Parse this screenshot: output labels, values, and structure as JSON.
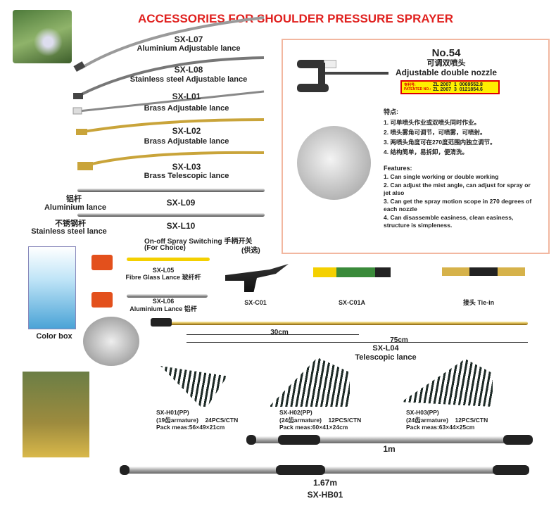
{
  "title": "ACCESSORIES FOR SHOULDER PRESSURE SPRAYER",
  "lances": [
    {
      "code": "SX-L07",
      "name": "Aluminium Adjustable lance"
    },
    {
      "code": "SX-L08",
      "name": "Stainless steel Adjustable lance"
    },
    {
      "code": "SX-L01",
      "name": "Brass Adjustable lance"
    },
    {
      "code": "SX-L02",
      "name": "Brass Adjustable lance"
    },
    {
      "code": "SX-L03",
      "name": "Brass Telescopic lance"
    },
    {
      "code": "SX-L09",
      "name_cn": "铝杆",
      "name": "Aluminium lance"
    },
    {
      "code": "SX-L10",
      "name_cn": "不锈钢杆",
      "name": "Stainless steel lance"
    }
  ],
  "switching": {
    "title": "On-off Spray Switching 手柄开关",
    "sub": "(For Choice)",
    "sub_cn": "(供选)"
  },
  "l05": {
    "code": "SX-L05",
    "name": "Fibre Glass Lance 玻纤杆"
  },
  "l06": {
    "code": "SX-L06",
    "name": "Aluminium Lance 铝杆"
  },
  "color_box": "Color box",
  "parts": [
    "SX-C01",
    "SX-C01A",
    "接头 Tie-in"
  ],
  "telescopic": {
    "short": "30cm",
    "long": "75cm",
    "code": "SX-L04",
    "name": "Telescopic lance"
  },
  "nozzle": {
    "no": "No.54",
    "name_cn": "可调双喷头",
    "name": "Adjustable double nozzle",
    "patent_label_cn": "专利号:",
    "patent_label": "PATENTED NO.:",
    "patents": [
      "ZL 2007  1  0069552.8",
      "ZL 2007  3  0121854.6"
    ],
    "features_cn_title": "特点:",
    "features_cn": [
      "1. 可单喷头作业或双喷头同时作业。",
      "2. 喷头雾角可调节，可喷雾，可喷射。",
      "3. 两喷头角度可在270度范围内独立调节。",
      "4. 结构简单，易拆卸，便清洗。"
    ],
    "features_title": "Features:",
    "features": [
      "1. Can single working or double working",
      "2. Can adjust the mist angle, can adjust for spray or jet also",
      "3. Can get the spray motion scope in 270 degrees of each nozzle",
      "4. Can disassemble easiness, clean easiness, structure is simpleness."
    ]
  },
  "rakes": [
    {
      "code": "SX-H01(PP)",
      "spec": "(19齿armature)    24PCS/CTN",
      "pack": "Pack meas:56×49×21cm"
    },
    {
      "code": "SX-H02(PP)",
      "spec": "(24齿armature)    12PCS/CTN",
      "pack": "Pack meas:60×41×24cm"
    },
    {
      "code": "SX-H03(PP)",
      "spec": "(24齿armature)    12PCS/CTN",
      "pack": "Pack meas:63×44×25cm"
    }
  ],
  "handle_1m": "1m",
  "handle_167": {
    "length": "1.67m",
    "code": "SX-HB01"
  }
}
